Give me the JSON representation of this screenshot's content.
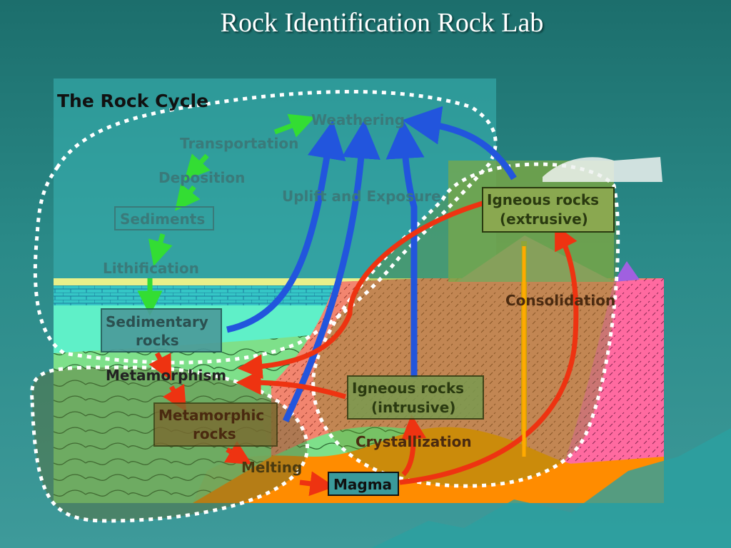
{
  "slide": {
    "title": "Rock Identification Rock Lab"
  },
  "diagram": {
    "title": "The Rock Cycle",
    "labels": {
      "weathering": "Weathering",
      "transportation": "Transportation",
      "deposition": "Deposition",
      "sediments": "Sediments",
      "lithification": "Lithification",
      "sedimentary_line1": "Sedimentary",
      "sedimentary_line2": "rocks",
      "uplift": "Uplift and Exposure",
      "metamorphism": "Metamorphism",
      "metamorphic_line1": "Metamorphic",
      "metamorphic_line2": "rocks",
      "melting": "Melting",
      "magma": "Magma",
      "igneous_intrusive_line1": "Igneous rocks",
      "igneous_intrusive_line2": "(intrusive)",
      "crystallization": "Crystallization",
      "igneous_extrusive_line1": "Igneous rocks",
      "igneous_extrusive_line2": "(extrusive)",
      "consolidation": "Consolidation"
    },
    "colors": {
      "sedimentary_zone": "#2fc3c3",
      "metamorphic_zone": "#7ee08a",
      "igneous_zone": "#f08070",
      "magma": "#ff8c00",
      "extrusive_zone": "#ff6aa0",
      "arrow_blue": "#2255dd",
      "arrow_green": "#33dd33",
      "arrow_red": "#ee3311",
      "dotted_outline": "#ffffff"
    }
  }
}
